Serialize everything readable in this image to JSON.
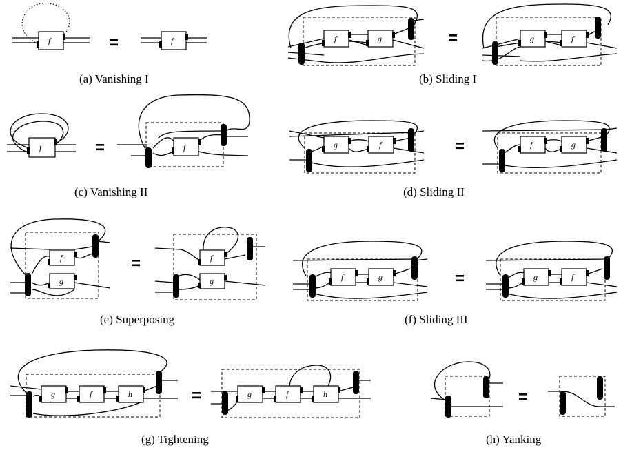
{
  "equals_sign": "=",
  "box_labels": {
    "f": "f",
    "g": "g",
    "h": "h"
  },
  "panels": [
    {
      "id": "a",
      "caption": "(a) Vanishing I"
    },
    {
      "id": "b",
      "caption": "(b) Sliding I"
    },
    {
      "id": "c",
      "caption": "(c) Vanishing II"
    },
    {
      "id": "d",
      "caption": "(d) Sliding II"
    },
    {
      "id": "e",
      "caption": "(e) Superposing"
    },
    {
      "id": "f",
      "caption": "(f) Sliding III"
    },
    {
      "id": "g",
      "caption": "(g) Tightening"
    },
    {
      "id": "h",
      "caption": "(h) Yanking"
    }
  ]
}
